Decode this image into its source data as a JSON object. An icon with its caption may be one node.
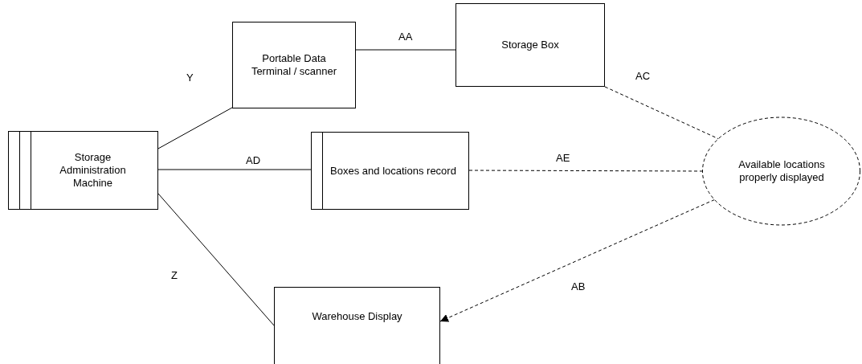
{
  "diagram": {
    "nodes": [
      {
        "text": [
          "Storage Administration Machine"
        ]
      },
      {
        "text": [
          "Portable Data Terminal / scanner"
        ]
      },
      {
        "text": [
          "Storage Box"
        ]
      },
      {
        "text": [
          "Boxes and locations record"
        ]
      },
      {
        "text": [
          "Available locations properly displayed"
        ]
      },
      {
        "text": [
          "Warehouse Display"
        ]
      }
    ],
    "edges": [
      {
        "from": 0,
        "to": 1,
        "arrow": "none",
        "label": "Y"
      },
      {
        "from": 1,
        "to": 2,
        "arrow": "none",
        "label": "AA"
      },
      {
        "from": 2,
        "to": 4,
        "arrow": "none",
        "label": "AC",
        "style": "dashed"
      },
      {
        "from": 0,
        "to": 3,
        "arrow": "none",
        "label": "AD"
      },
      {
        "from": 3,
        "to": 4,
        "arrow": "none",
        "label": "AE",
        "style": "dashed"
      },
      {
        "from": 4,
        "to": 5,
        "arrow": "to",
        "label": "AB",
        "style": "dashed"
      },
      {
        "from": 0,
        "to": 5,
        "arrow": "none",
        "label": "Z"
      }
    ]
  }
}
